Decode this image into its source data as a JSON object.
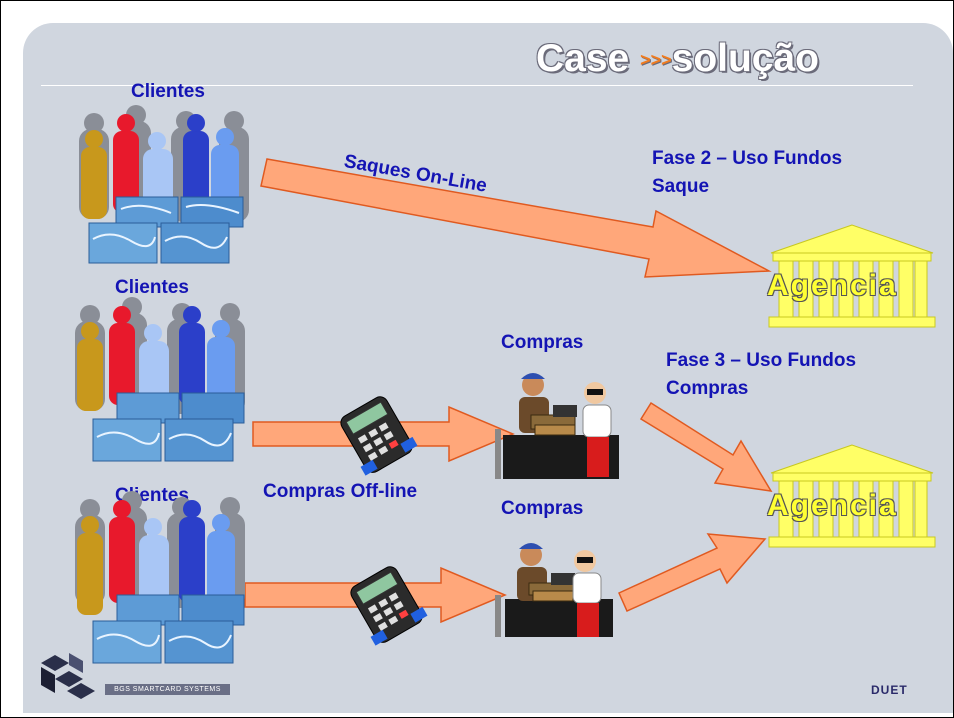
{
  "title": {
    "main": "Case",
    "separator": ">>>",
    "sub": "solução"
  },
  "groups": [
    {
      "label": "Clientes"
    },
    {
      "label": "Clientes"
    },
    {
      "label": "Clientes"
    }
  ],
  "flows": {
    "online": "Saques On-Line",
    "offline": "Compras Off-line",
    "purchase_1": "Compras",
    "purchase_2": "Compras"
  },
  "phases": {
    "phase2_line1": "Fase 2 – Uso Fundos",
    "phase2_line2": "Saque",
    "phase3_line1": "Fase 3 – Uso Fundos",
    "phase3_line2": "Compras"
  },
  "agencies": [
    {
      "label": "Agencia"
    },
    {
      "label": "Agencia"
    }
  ],
  "footer": {
    "company": "BGS SMARTCARD SYSTEMS",
    "brand": "DUET"
  },
  "colors": {
    "background": "#d0d6df",
    "text": "#1414b4",
    "arrow_fill": "#ffa77a",
    "arrow_stroke": "#e05a20",
    "agency": "#ffff33"
  }
}
